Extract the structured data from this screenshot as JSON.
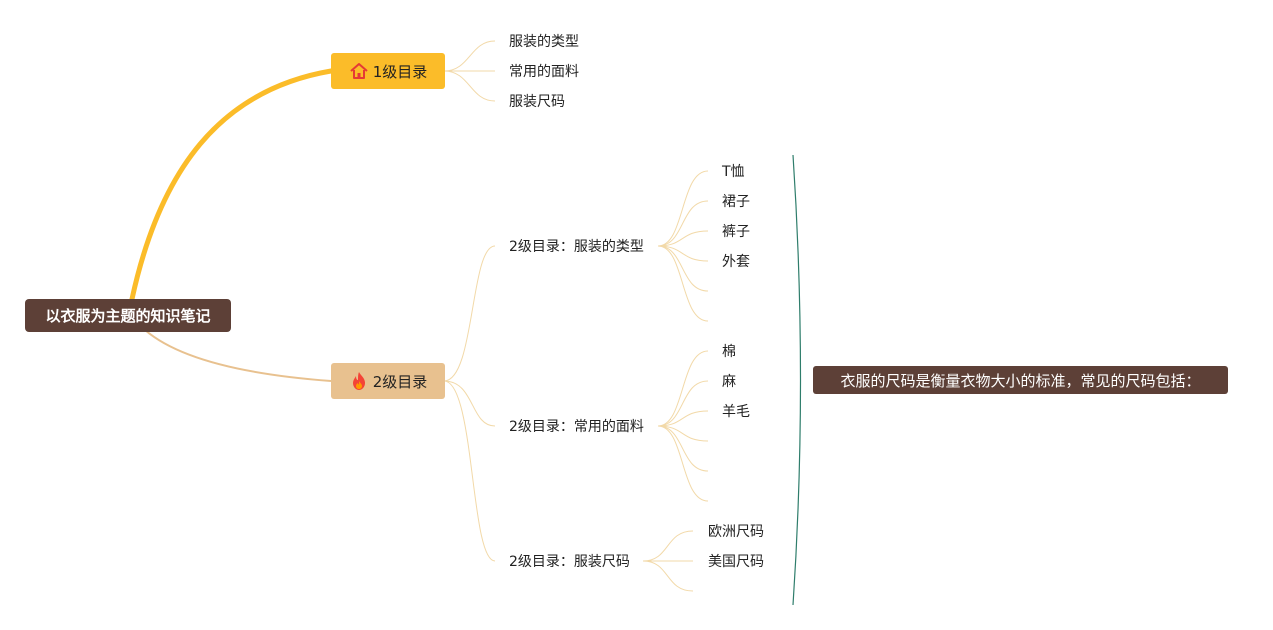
{
  "root": {
    "label": "以衣服为主题的知识笔记"
  },
  "level1_node": {
    "label": "1级目录",
    "icon": "house-icon",
    "color": "#fbbc29",
    "children": [
      "服装的类型",
      "常用的面料",
      "服装尺码"
    ]
  },
  "level2_node": {
    "label": "2级目录",
    "icon": "flame-icon",
    "color": "#e8c18f",
    "children": [
      {
        "label": "2级目录：服装的类型",
        "children": [
          "T恤",
          "裙子",
          "裤子",
          "外套",
          "",
          ""
        ]
      },
      {
        "label": "2级目录：常用的面料",
        "children": [
          "棉",
          "麻",
          "羊毛",
          "",
          "",
          ""
        ]
      },
      {
        "label": "2级目录：服装尺码",
        "children": [
          "欧洲尺码",
          "美国尺码",
          ""
        ]
      }
    ]
  },
  "summary_note": {
    "label": "衣服的尺码是衡量衣物大小的标准，常见的尺码包括：",
    "bracket_color": "#2e7d6b"
  },
  "colors": {
    "root_bg": "#5d4037",
    "branch_line": "#e8c18f",
    "accent": "#fbbc29"
  }
}
